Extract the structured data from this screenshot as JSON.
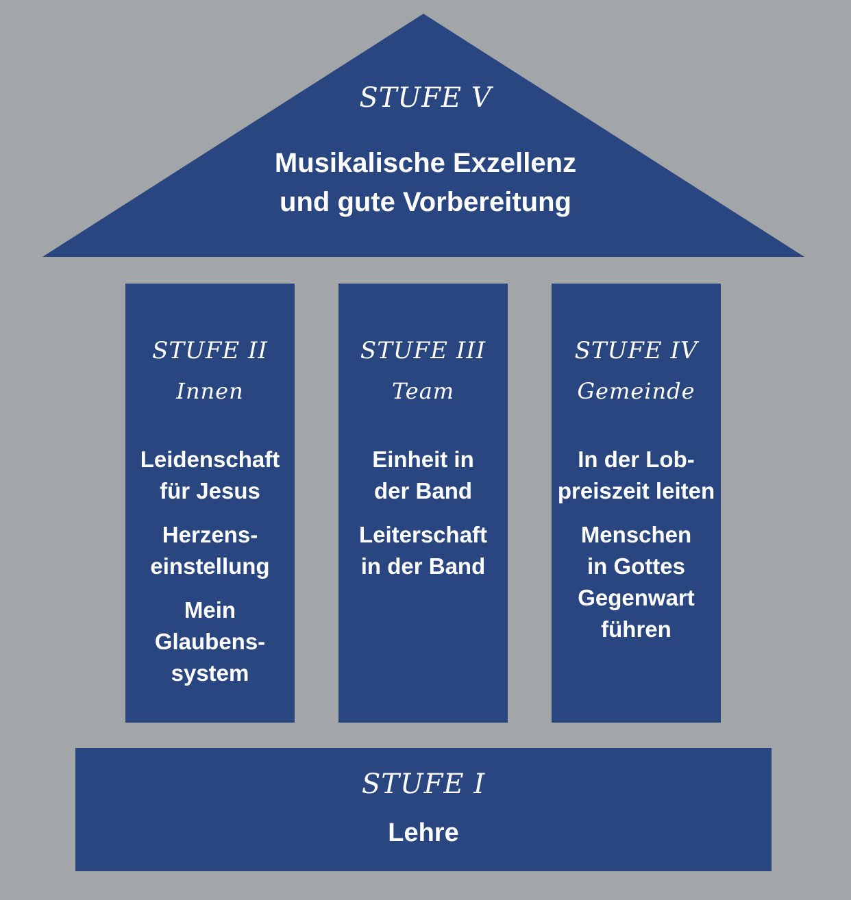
{
  "colors": {
    "background": "#a3a6a8",
    "blue": "#2a4680",
    "text": "#ffffff"
  },
  "roof": {
    "stage": "STUFE V",
    "text": "Musikalische Exzellenz\nund gute Vorbereitung"
  },
  "pillars": [
    {
      "stage": "STUFE II",
      "subtitle": "Innen",
      "items": [
        "Leidenschaft\nfür Jesus",
        "Herzens-\neinstellung",
        "Mein\nGlaubens-\nsystem"
      ]
    },
    {
      "stage": "STUFE III",
      "subtitle": "Team",
      "items": [
        "Einheit in\nder Band",
        "Leiterschaft\nin der Band"
      ]
    },
    {
      "stage": "STUFE IV",
      "subtitle": "Gemeinde",
      "items": [
        "In der Lob-\npreiszeit leiten",
        "Menschen\nin Gottes\nGegenwart\nführen"
      ]
    }
  ],
  "base": {
    "stage": "STUFE I",
    "text": "Lehre"
  }
}
